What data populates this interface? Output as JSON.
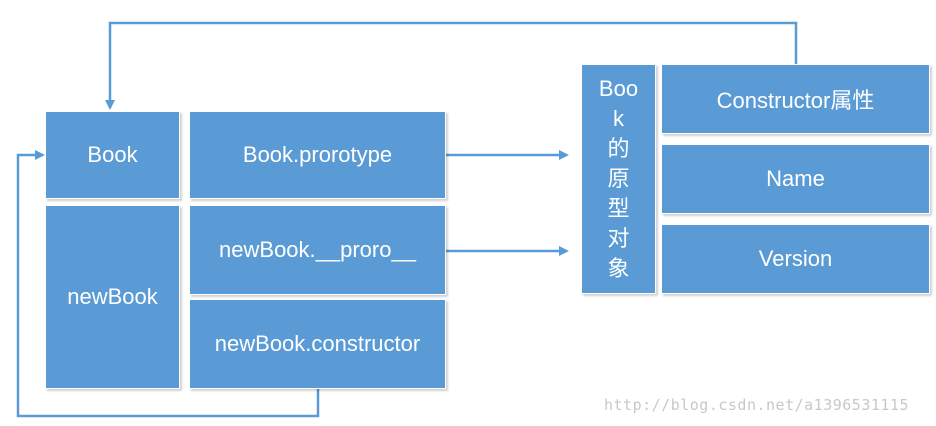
{
  "left_column": {
    "book": "Book",
    "new_book": "newBook"
  },
  "middle_column": {
    "prototype": "Book.prorotype",
    "proto": "newBook.__proro__",
    "constructor": "newBook.constructor"
  },
  "prototype_object": {
    "label_chars": [
      "Boo",
      "k",
      "的",
      "原",
      "型",
      "对",
      "象"
    ]
  },
  "properties": {
    "constructor_attr": "Constructor属性",
    "name": "Name",
    "version": "Version"
  },
  "watermark": "http://blog.csdn.net/a1396531115",
  "colors": {
    "box_fill": "#5B9BD5",
    "connector": "#5B9BD5",
    "text": "#ffffff"
  }
}
